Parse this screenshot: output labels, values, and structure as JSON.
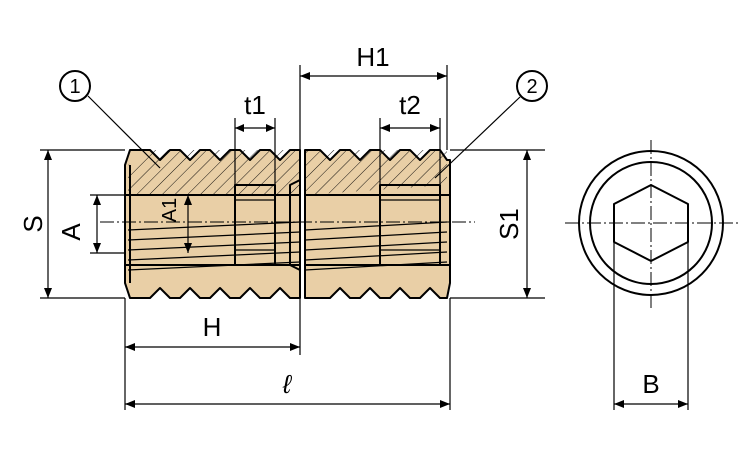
{
  "colors": {
    "body_fill": "#e9cfa6",
    "line": "#000000",
    "background": "#ffffff"
  },
  "labels": {
    "S": "S",
    "A": "A",
    "A1": "A1",
    "H": "H",
    "H1": "H1",
    "t1": "t1",
    "t2": "t2",
    "S1": "S1",
    "l": "ℓ",
    "B": "B",
    "part1": "1",
    "part2": "2"
  }
}
